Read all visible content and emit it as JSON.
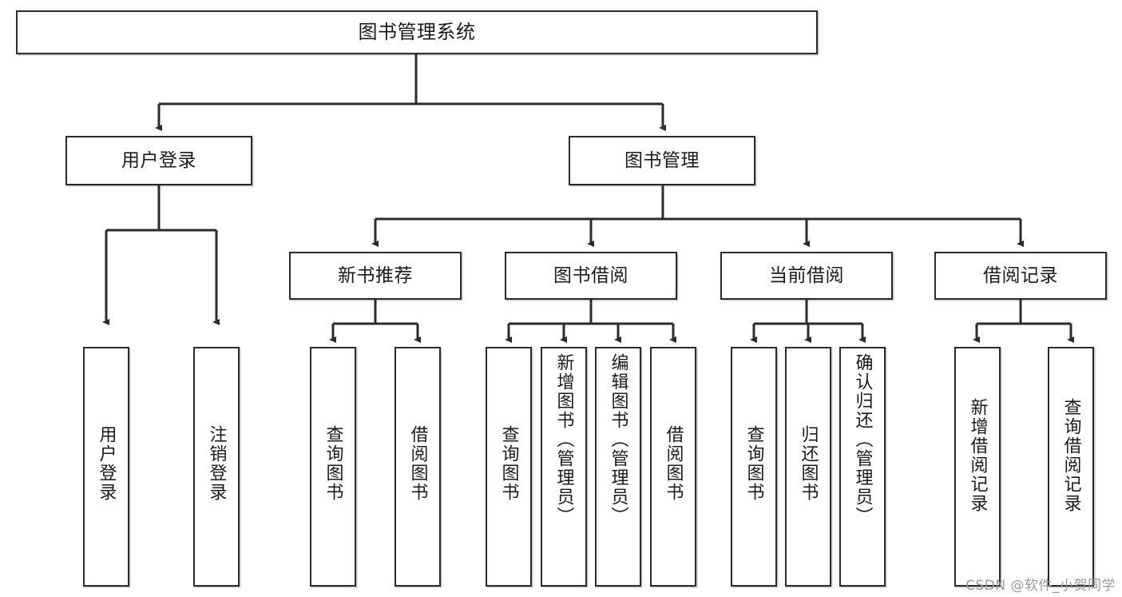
{
  "diagram": {
    "title": "图书管理系统",
    "type": "tree",
    "watermark": "CSDN @软件_小贺同学",
    "colors": {
      "stroke": "#2b2b2b",
      "fill": "#ffffff",
      "text": "#1b1b1b",
      "watermark": "#9a9a9a"
    },
    "root": {
      "label": "图书管理系统"
    },
    "level2": [
      {
        "label": "用户登录"
      },
      {
        "label": "图书管理"
      }
    ],
    "level3": [
      {
        "label": "新书推荐"
      },
      {
        "label": "图书借阅"
      },
      {
        "label": "当前借阅"
      },
      {
        "label": "借阅记录"
      }
    ],
    "leaves": {
      "user_login": [
        {
          "label": "用户登录"
        },
        {
          "label": "注销登录"
        }
      ],
      "new_book_recommend": [
        {
          "label": "查询图书"
        },
        {
          "label": "借阅图书"
        }
      ],
      "book_borrow": [
        {
          "label": "查询图书"
        },
        {
          "label": "新增图书（管理员）"
        },
        {
          "label": "编辑图书（管理员）"
        },
        {
          "label": "借阅图书"
        }
      ],
      "current_borrow": [
        {
          "label": "查询图书"
        },
        {
          "label": "归还图书"
        },
        {
          "label": "确认归还（管理员）"
        }
      ],
      "borrow_record": [
        {
          "label": "新增借阅记录"
        },
        {
          "label": "查询借阅记录"
        }
      ]
    }
  }
}
